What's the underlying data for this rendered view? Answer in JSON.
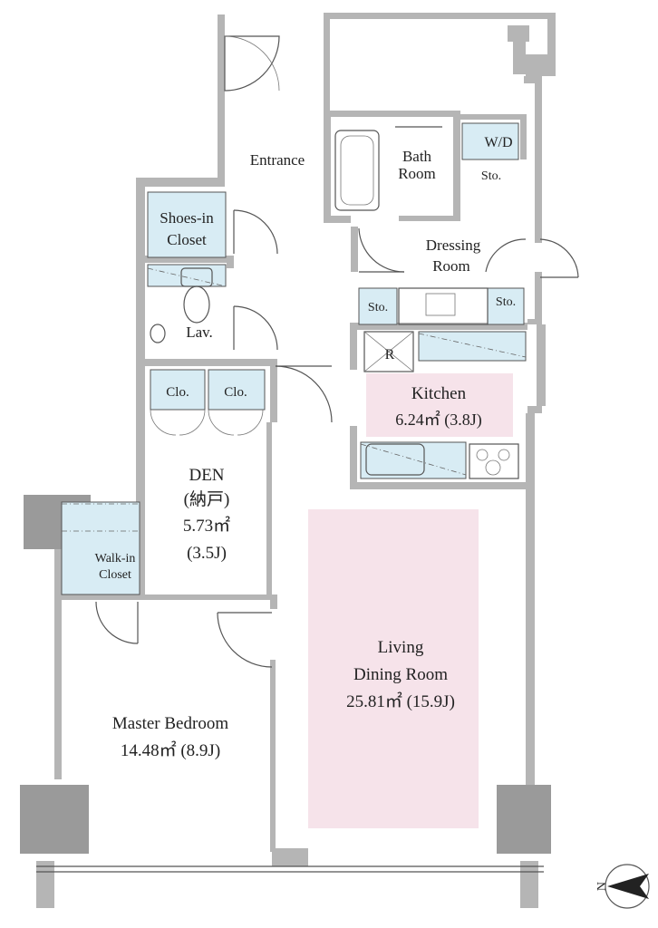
{
  "rooms": {
    "entrance": "Entrance",
    "bath_line1": "Bath",
    "bath_line2": "Room",
    "wd": "W/D",
    "sto": "Sto.",
    "shoes_line1": "Shoes-in",
    "shoes_line2": "Closet",
    "dressing_line1": "Dressing",
    "dressing_line2": "Room",
    "lav": "Lav.",
    "refrigerator": "R",
    "clo": "Clo.",
    "kitchen_name": "Kitchen",
    "kitchen_area": "6.24㎡ (3.8J)",
    "den_name": "DEN",
    "den_sub": "(納戸)",
    "den_area": "5.73㎡",
    "den_jo": "(3.5J)",
    "walkin_line1": "Walk-in",
    "walkin_line2": "Closet",
    "living_line1": "Living",
    "living_line2": "Dining Room",
    "living_area": "25.81㎡ (15.9J)",
    "master_name": "Master Bedroom",
    "master_area": "14.48㎡ (8.9J)"
  },
  "compass": {
    "label": "N"
  },
  "colors": {
    "wall": "#b5b5b5",
    "storage": "#d8ecf4",
    "highlight": "#f6e3ea"
  }
}
